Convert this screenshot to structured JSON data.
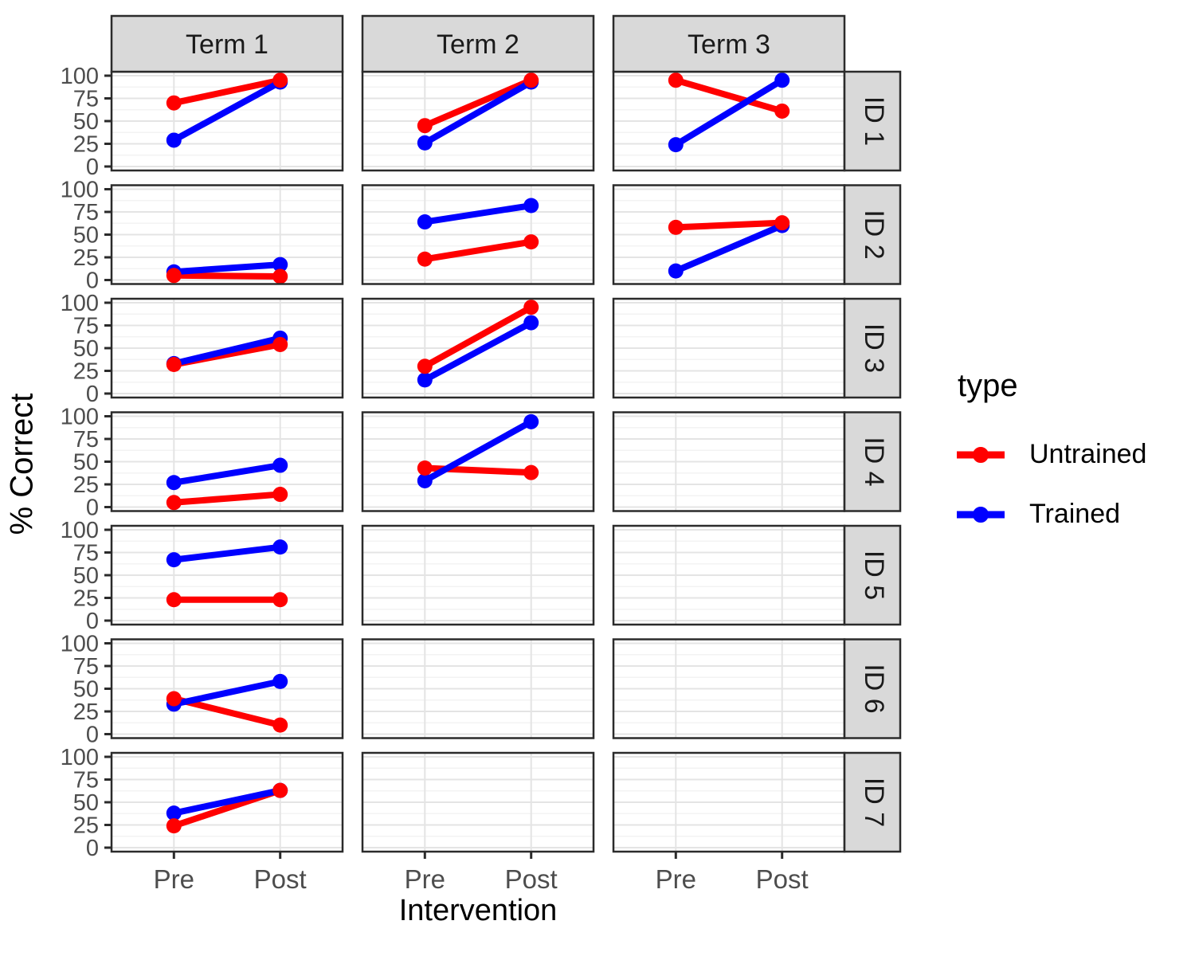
{
  "chart_data": {
    "type": "line",
    "title": "",
    "xlabel": "Intervention",
    "ylabel": "% Correct",
    "x_categories": [
      "Pre",
      "Post"
    ],
    "ylim": [
      0,
      100
    ],
    "yticks": [
      0,
      25,
      50,
      75,
      100
    ],
    "yticks_minor": [
      12.5,
      37.5,
      62.5,
      87.5
    ],
    "grid": "on",
    "facet": {
      "cols": [
        "Term 1",
        "Term 2",
        "Term 3"
      ],
      "rows": [
        "ID 1",
        "ID 2",
        "ID 3",
        "ID 4",
        "ID 5",
        "ID 6",
        "ID 7"
      ]
    },
    "legend": {
      "title": "type",
      "position": "right",
      "entries": [
        {
          "name": "Untrained",
          "color": "#FF0000"
        },
        {
          "name": "Trained",
          "color": "#0000FF"
        }
      ]
    },
    "panels": [
      {
        "id": "ID 1",
        "term": "Term 1",
        "series": [
          {
            "name": "Untrained",
            "values": [
              70,
              95
            ]
          },
          {
            "name": "Trained",
            "values": [
              29,
              93
            ]
          }
        ]
      },
      {
        "id": "ID 1",
        "term": "Term 2",
        "series": [
          {
            "name": "Untrained",
            "values": [
              45,
              95
            ]
          },
          {
            "name": "Trained",
            "values": [
              26,
              93
            ]
          }
        ]
      },
      {
        "id": "ID 1",
        "term": "Term 3",
        "series": [
          {
            "name": "Untrained",
            "values": [
              95,
              61
            ]
          },
          {
            "name": "Trained",
            "values": [
              24,
              95
            ]
          }
        ]
      },
      {
        "id": "ID 2",
        "term": "Term 1",
        "series": [
          {
            "name": "Untrained",
            "values": [
              5,
              4
            ]
          },
          {
            "name": "Trained",
            "values": [
              9,
              17
            ]
          }
        ]
      },
      {
        "id": "ID 2",
        "term": "Term 2",
        "series": [
          {
            "name": "Untrained",
            "values": [
              23,
              42
            ]
          },
          {
            "name": "Trained",
            "values": [
              64,
              82
            ]
          }
        ]
      },
      {
        "id": "ID 2",
        "term": "Term 3",
        "series": [
          {
            "name": "Untrained",
            "values": [
              58,
              63
            ]
          },
          {
            "name": "Trained",
            "values": [
              10,
              60
            ]
          }
        ]
      },
      {
        "id": "ID 3",
        "term": "Term 1",
        "series": [
          {
            "name": "Untrained",
            "values": [
              32,
              54
            ]
          },
          {
            "name": "Trained",
            "values": [
              33,
              61
            ]
          }
        ]
      },
      {
        "id": "ID 3",
        "term": "Term 2",
        "series": [
          {
            "name": "Untrained",
            "values": [
              30,
              95
            ]
          },
          {
            "name": "Trained",
            "values": [
              15,
              78
            ]
          }
        ]
      },
      {
        "id": "ID 3",
        "term": "Term 3",
        "series": []
      },
      {
        "id": "ID 4",
        "term": "Term 1",
        "series": [
          {
            "name": "Untrained",
            "values": [
              5,
              14
            ]
          },
          {
            "name": "Trained",
            "values": [
              27,
              46
            ]
          }
        ]
      },
      {
        "id": "ID 4",
        "term": "Term 2",
        "series": [
          {
            "name": "Untrained",
            "values": [
              43,
              38
            ]
          },
          {
            "name": "Trained",
            "values": [
              29,
              94
            ]
          }
        ]
      },
      {
        "id": "ID 4",
        "term": "Term 3",
        "series": []
      },
      {
        "id": "ID 5",
        "term": "Term 1",
        "series": [
          {
            "name": "Untrained",
            "values": [
              23,
              23
            ]
          },
          {
            "name": "Trained",
            "values": [
              67,
              81
            ]
          }
        ]
      },
      {
        "id": "ID 5",
        "term": "Term 2",
        "series": []
      },
      {
        "id": "ID 5",
        "term": "Term 3",
        "series": []
      },
      {
        "id": "ID 6",
        "term": "Term 1",
        "series": [
          {
            "name": "Untrained",
            "values": [
              39,
              10
            ]
          },
          {
            "name": "Trained",
            "values": [
              33,
              58
            ]
          }
        ]
      },
      {
        "id": "ID 6",
        "term": "Term 2",
        "series": []
      },
      {
        "id": "ID 6",
        "term": "Term 3",
        "series": []
      },
      {
        "id": "ID 7",
        "term": "Term 1",
        "series": [
          {
            "name": "Untrained",
            "values": [
              24,
              63
            ]
          },
          {
            "name": "Trained",
            "values": [
              38,
              63
            ]
          }
        ]
      },
      {
        "id": "ID 7",
        "term": "Term 2",
        "series": []
      },
      {
        "id": "ID 7",
        "term": "Term 3",
        "series": []
      }
    ],
    "style": {
      "strip_fill": "#D9D9D9",
      "panel_border": "#2B2B2B",
      "grid_major": "#E4E4E4",
      "grid_minor": "#F3F3F3",
      "tick_label_color": "#4D4D4D",
      "strip_text_color": "#1A1A1A"
    }
  }
}
